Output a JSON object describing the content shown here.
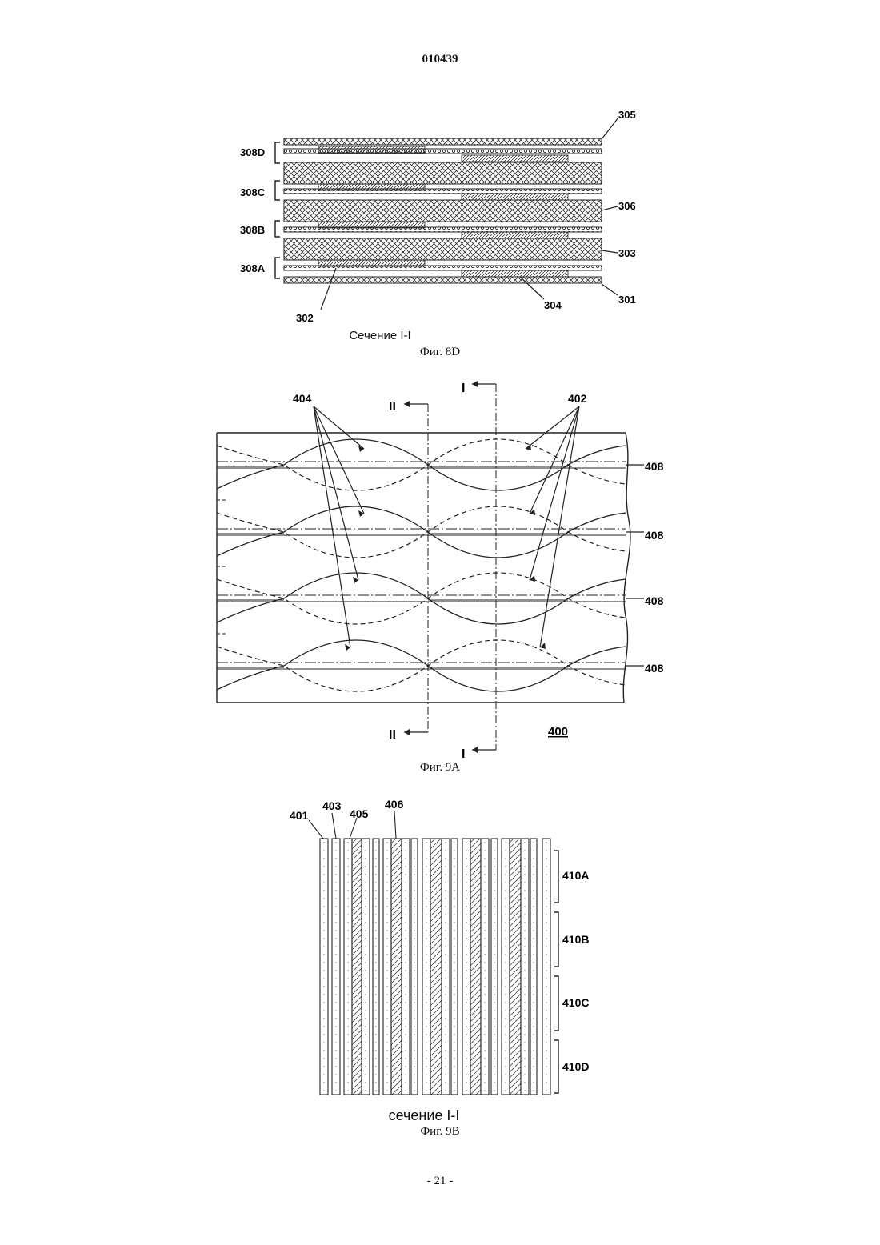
{
  "header": {
    "doc_number": "010439"
  },
  "fig8d": {
    "labels": {
      "l305": "305",
      "l306": "306",
      "l303": "303",
      "l301": "301",
      "l302": "302",
      "l304": "304",
      "l308D": "308D",
      "l308C": "308C",
      "l308B": "308B",
      "l308A": "308A"
    },
    "section": "Сечение I-I",
    "caption": "Фиг. 8D"
  },
  "fig9a": {
    "labels": {
      "l404": "404",
      "l402": "402",
      "l408_1": "408",
      "l408_2": "408",
      "l408_3": "408",
      "l408_4": "408",
      "l400": "400",
      "sec_I_top": "I",
      "sec_II_top": "II",
      "sec_I_bottom": "I",
      "sec_II_bottom": "II"
    },
    "caption": "Фиг. 9A"
  },
  "fig9b": {
    "labels": {
      "l401": "401",
      "l403": "403",
      "l405": "405",
      "l406": "406",
      "l410A": "410A",
      "l410B": "410B",
      "l410C": "410C",
      "l410D": "410D"
    },
    "section": "сечение I-I",
    "caption": "Фиг. 9B"
  },
  "footer": {
    "page_number": "- 21 -"
  }
}
